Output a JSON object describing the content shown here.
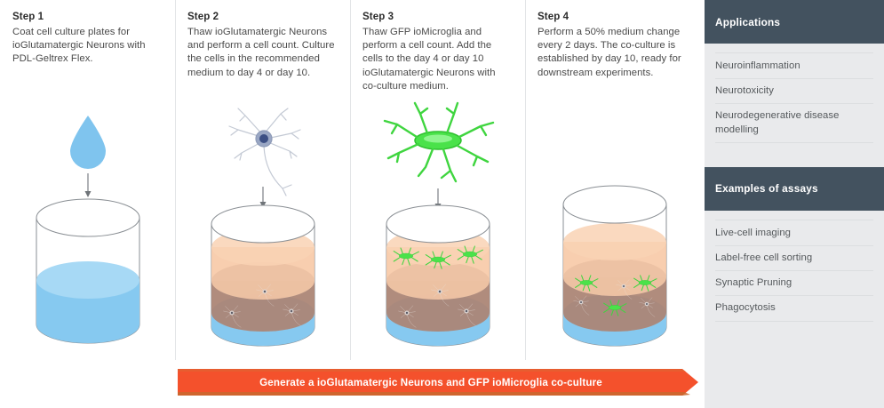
{
  "steps": [
    {
      "title": "Step 1",
      "body": "Coat cell culture plates for ioGlutamatergic Neurons with PDL-Geltrex Flex.",
      "illustration": "droplet-over-empty-well"
    },
    {
      "title": "Step 2",
      "body": "Thaw ioGlutamatergic Neurons and perform a cell count. Culture the cells in the recommended medium to day 4 or day 10.",
      "illustration": "neuron-over-well-with-neurons"
    },
    {
      "title": "Step 3",
      "body": "Thaw GFP ioMicroglia and perform a cell count. Add the cells to the day 4 or day 10 ioGlutamatergic Neurons with co-culture medium.",
      "illustration": "green-microglia-over-well"
    },
    {
      "title": "Step 4",
      "body": "Perform a 50% medium change every 2 days. The co-culture is established by day 10, ready for downstream experiments.",
      "illustration": "coculture-well"
    }
  ],
  "banner": {
    "label": "Generate a ioGlutamatergic Neurons and GFP ioMicroglia co-culture",
    "color": "#f4512c",
    "text_color": "#ffffff"
  },
  "sidebar": {
    "panels": [
      {
        "header": "Applications",
        "items": [
          "Neuroinflammation",
          "Neurotoxicity",
          "Neurodegenerative disease modelling"
        ]
      },
      {
        "header": "Examples of assays",
        "items": [
          "Live-cell imaging",
          "Label-free cell sorting",
          "Synaptic Pruning",
          "Phagocytosis"
        ]
      }
    ],
    "header_color": "#43525f",
    "background_color": "#e9eaec"
  },
  "colors": {
    "droplet_blue": "#7fc4ee",
    "medium_blue": "#86c9f0",
    "coating_peach": "#f7c7a4",
    "cell_layer_brown": "#a98272",
    "gfp_green": "#3fd53f",
    "neuron_grey": "#c3c9d4",
    "neuron_nucleus": "#3c4f84",
    "divider": "#e3e5e7"
  }
}
